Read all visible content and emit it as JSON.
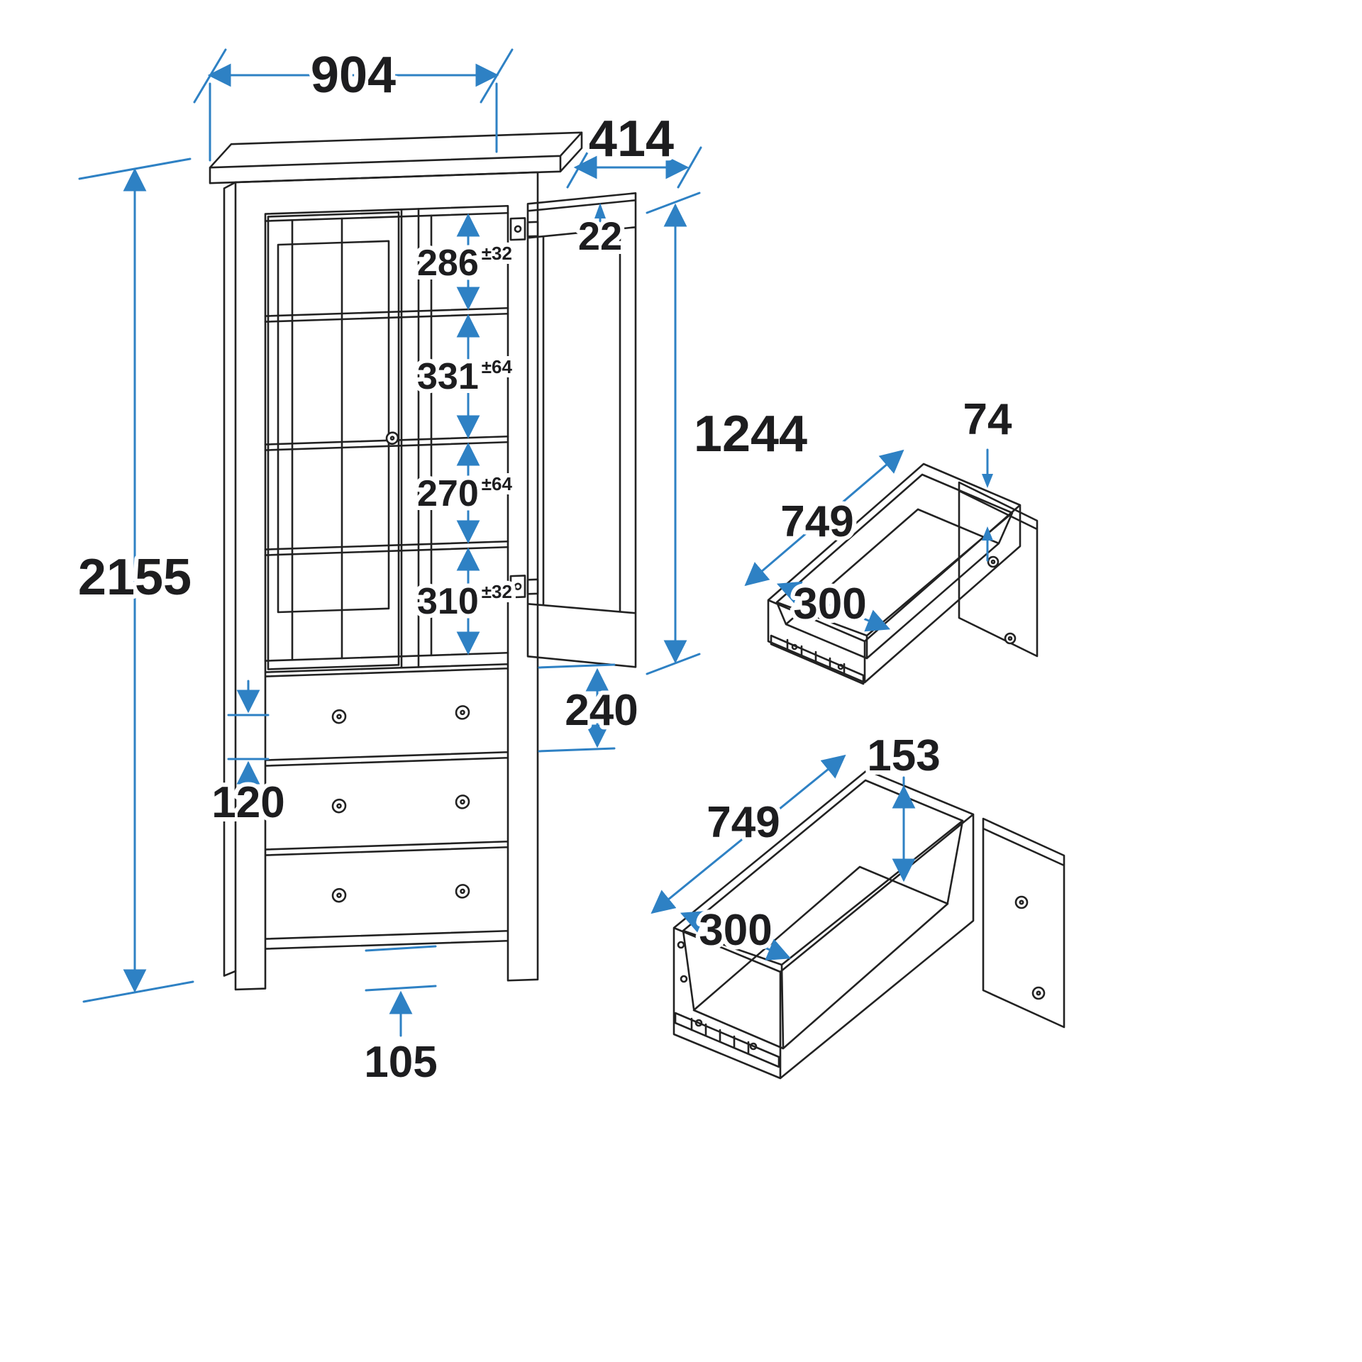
{
  "labels": {
    "overall_width": "904",
    "overall_depth": "414",
    "overall_height": "2155",
    "door_thickness": "22",
    "door_opening_height": "1244",
    "shelf_gaps": [
      {
        "value": "286",
        "tolerance": "±32"
      },
      {
        "value": "331",
        "tolerance": "±64"
      },
      {
        "value": "270",
        "tolerance": "±64"
      },
      {
        "value": "310",
        "tolerance": "±32"
      }
    ],
    "drawer_front_height": "240",
    "side_rail_height": "120",
    "floor_clearance": "105",
    "small_drawer": {
      "width": "749",
      "inner_height": "74",
      "inner_depth": "300"
    },
    "large_drawer": {
      "width": "749",
      "inner_height": "153",
      "inner_depth": "300"
    }
  },
  "colors": {
    "line": "#222222",
    "dimension": "#2e81c4",
    "text": "#1d1d1f",
    "background": "#ffffff"
  }
}
